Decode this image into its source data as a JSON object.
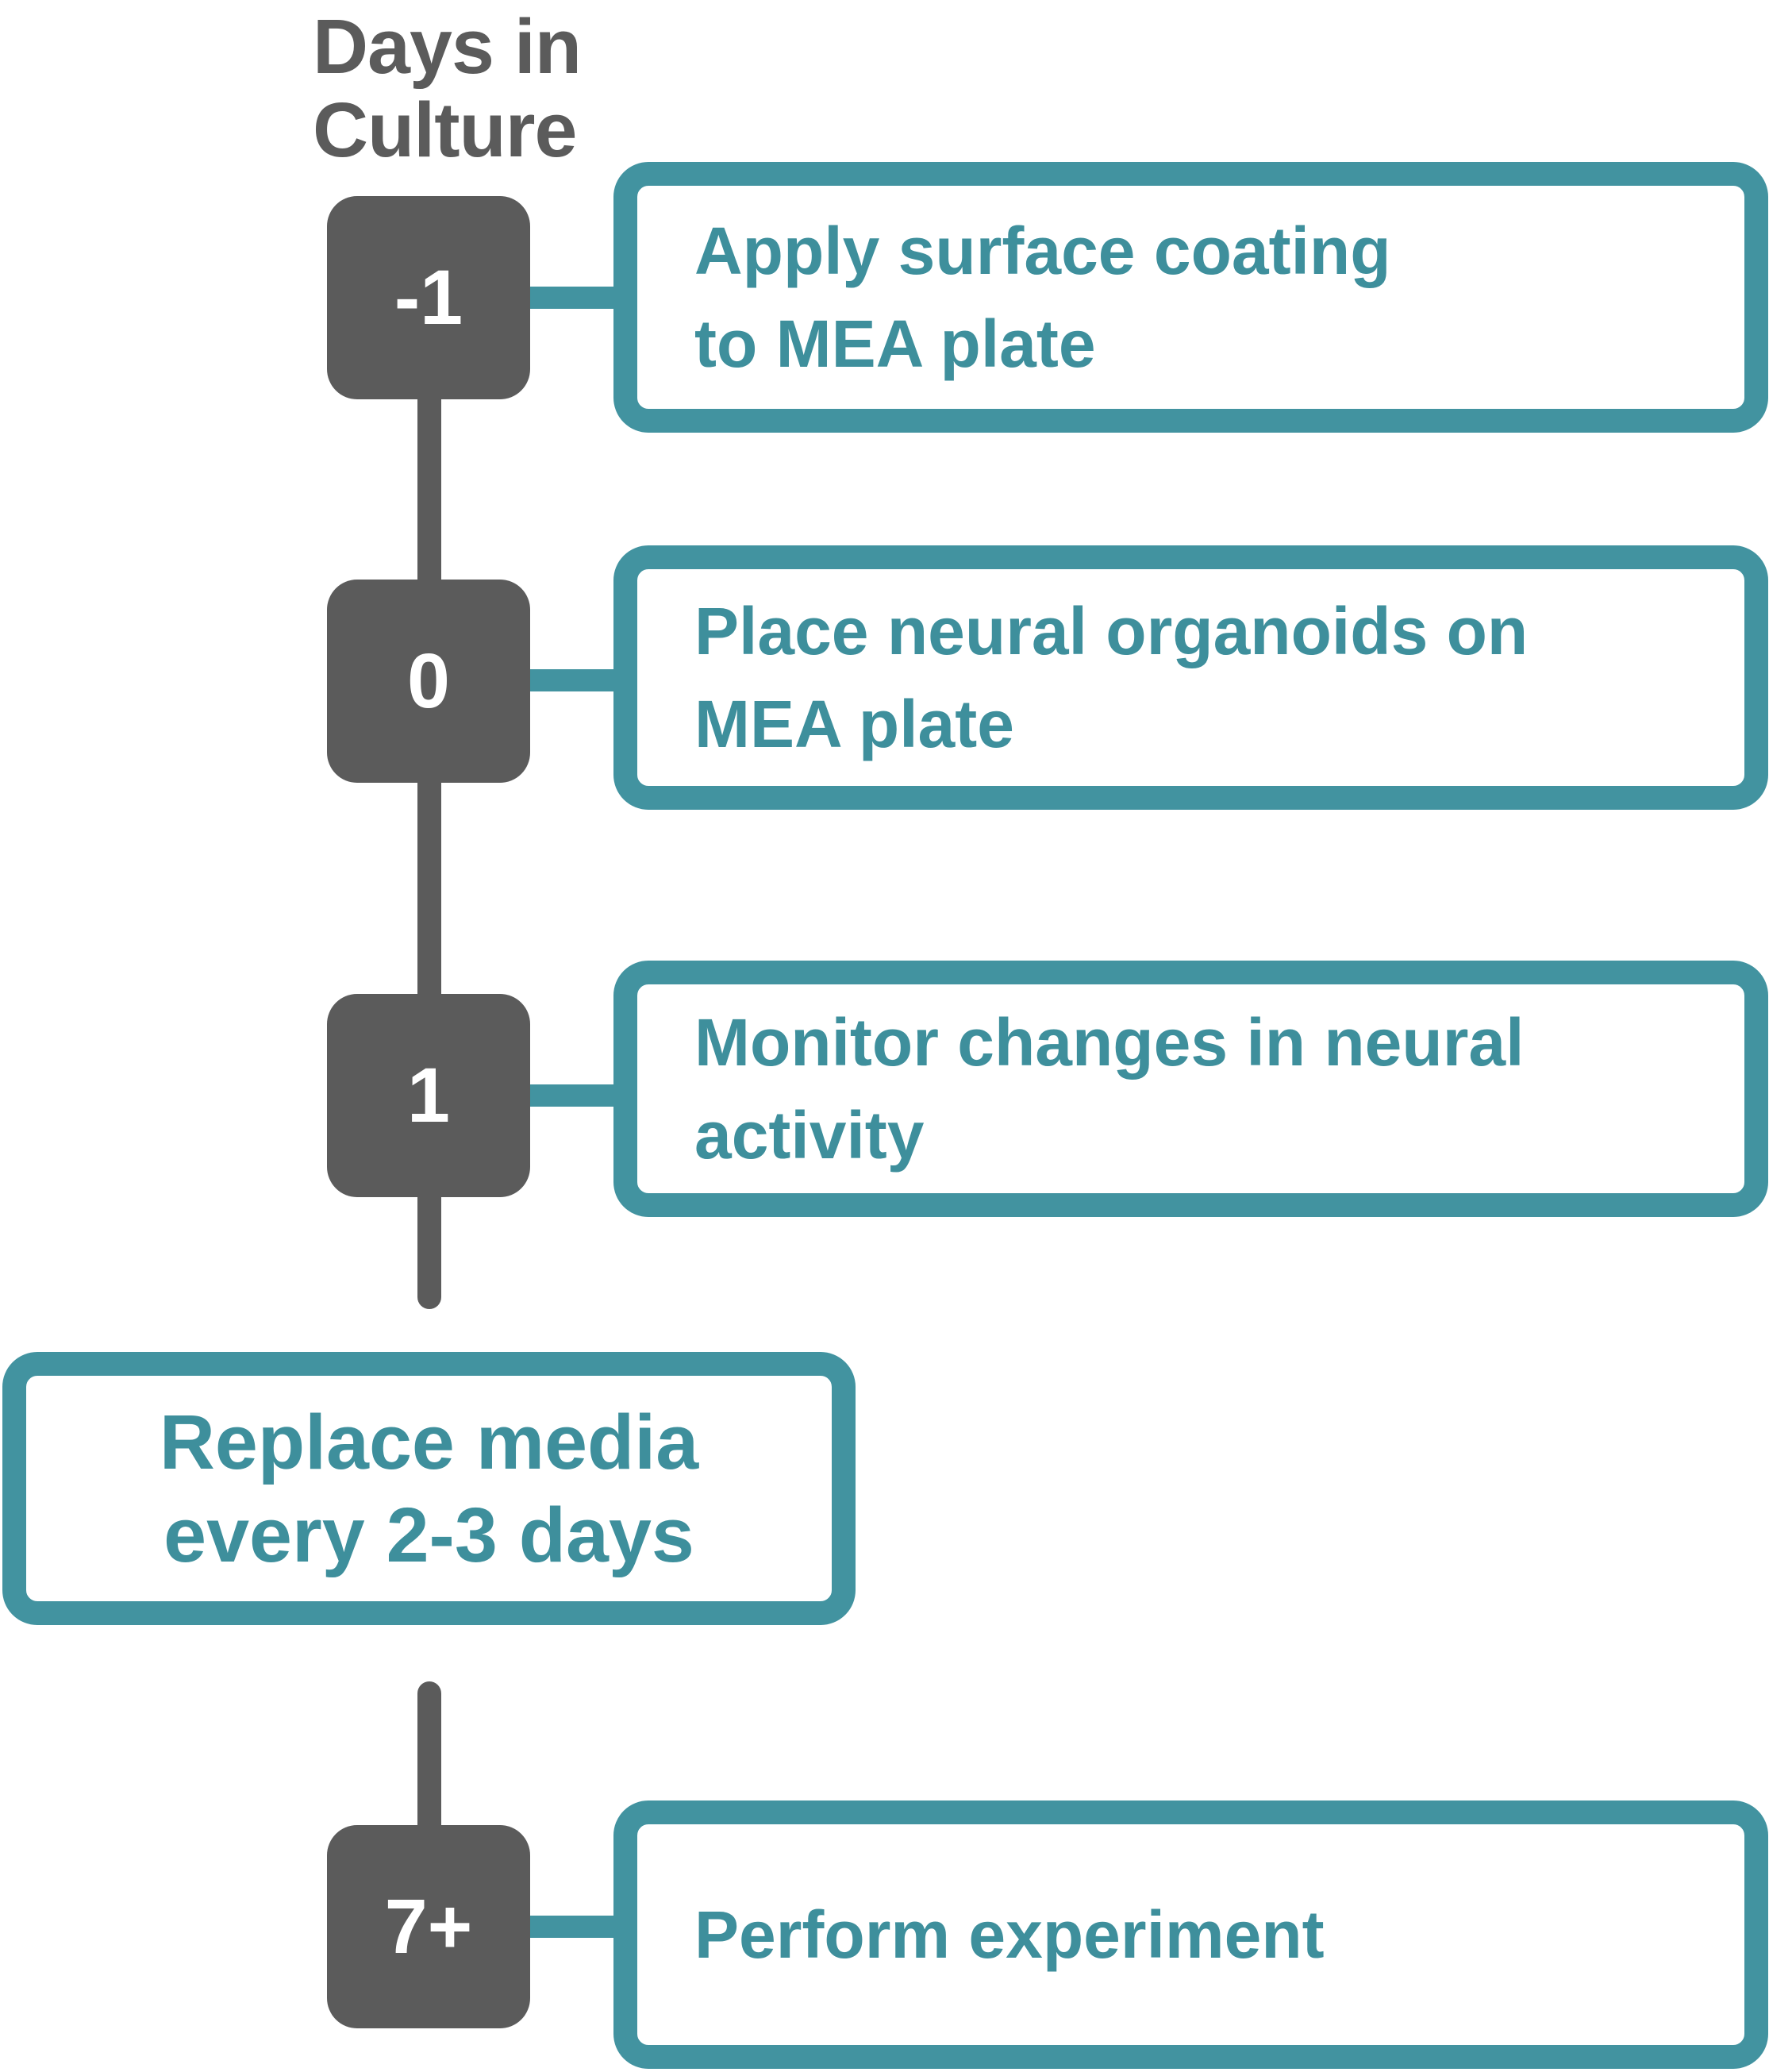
{
  "title": {
    "text": "Days in\nCulture"
  },
  "colors": {
    "gray": "#5B5B5B",
    "teal_border": "#4293A0",
    "teal_text": "#3E8F9C",
    "node_label": "#FFFFFF",
    "background": "#FFFFFF"
  },
  "timeline": {
    "nodes": [
      {
        "day": "-1",
        "step": "Apply surface coating\nto MEA plate"
      },
      {
        "day": "0",
        "step": "Place neural organoids on\nMEA plate"
      },
      {
        "day": "1",
        "step": "Monitor changes in neural\nactivity"
      },
      {
        "day": "7+",
        "step": "Perform experiment"
      }
    ],
    "note": "Replace media\nevery 2-3 days"
  }
}
